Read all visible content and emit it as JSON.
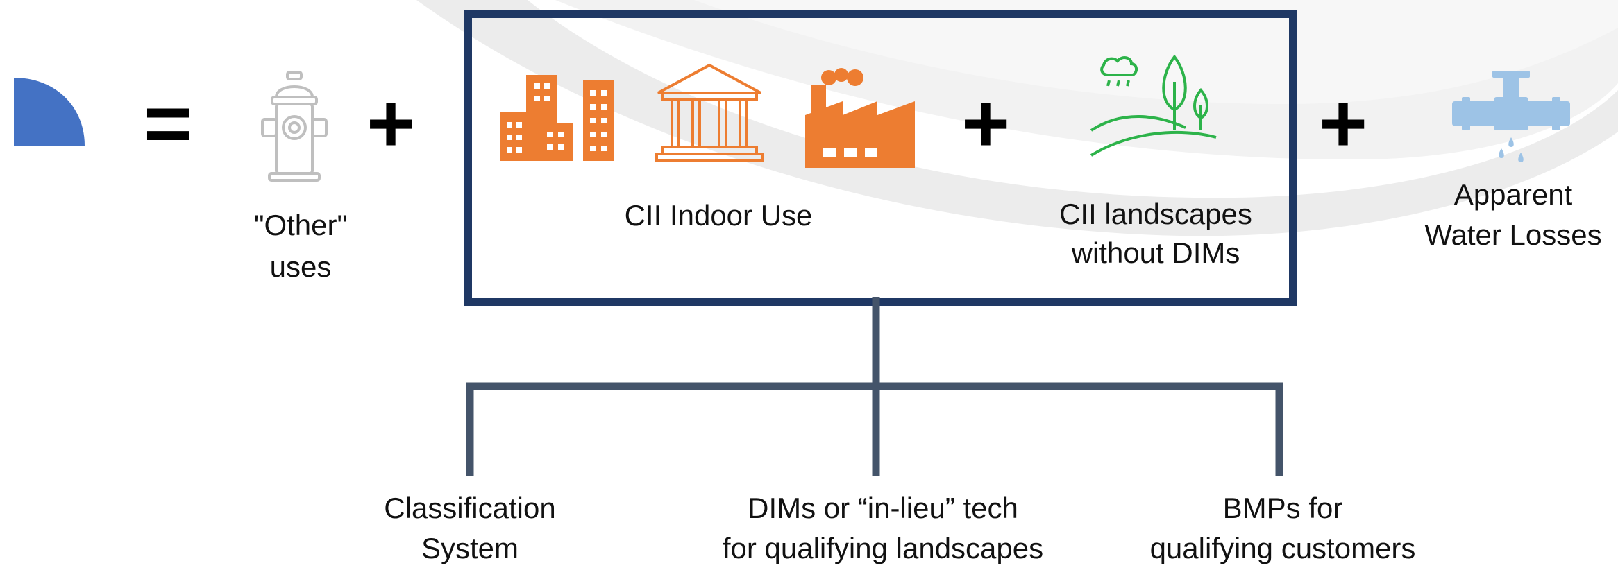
{
  "equation": {
    "equals_symbol": "=",
    "plus_symbol": "+",
    "terms": {
      "other_uses": {
        "line1": "\"Other\"",
        "line2": "uses",
        "icon": "fire-hydrant-icon"
      },
      "cii_indoor": {
        "label": "CII Indoor Use",
        "icons": [
          "office-buildings-icon",
          "government-building-icon",
          "factory-icon"
        ]
      },
      "cii_landscapes": {
        "line1": "CII landscapes",
        "line2": "without DIMs",
        "icon": "landscape-icon"
      },
      "water_losses": {
        "line1": "Apparent",
        "line2": "Water Losses",
        "icon": "leaking-pipe-icon"
      }
    }
  },
  "branches": [
    {
      "line1": "Classification",
      "line2": "System"
    },
    {
      "line1": "DIMs or “in-lieu” tech",
      "line2": "for qualifying landscapes"
    },
    {
      "line1": "BMPs for",
      "line2": "qualifying customers"
    }
  ],
  "colors": {
    "box_border": "#1f3864",
    "connector": "#44546a",
    "orange_icons": "#ed7d31",
    "green_icon": "#2db34a",
    "blue_pipe": "#9dc3e6",
    "pie_blue": "#4472c4",
    "hydrant_gray": "#bfbfbf"
  }
}
